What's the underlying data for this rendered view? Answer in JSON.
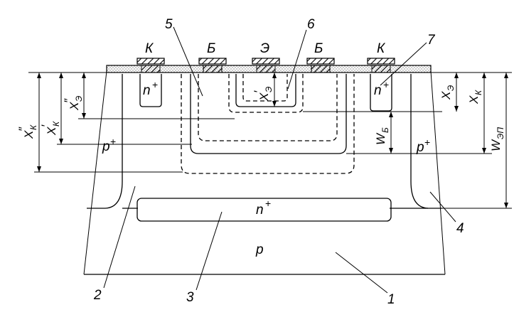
{
  "contacts": {
    "collector_left": "К",
    "base_left": "Б",
    "emitter": "Э",
    "base_right": "Б",
    "collector_right": "К"
  },
  "regions": {
    "n_plus": "n",
    "p_plus": "p",
    "p_sub": "p",
    "plus": "+"
  },
  "callouts": {
    "c1": "1",
    "c2": "2",
    "c3": "3",
    "c4": "4",
    "c5": "5",
    "c6": "6",
    "c7": "7"
  },
  "dimensions": {
    "x": "X",
    "w": "W",
    "sub_k": "К",
    "sub_e": "Э",
    "sub_b": "Б",
    "sub_ep": "ЭП",
    "prime": "′",
    "dprime": "″"
  }
}
